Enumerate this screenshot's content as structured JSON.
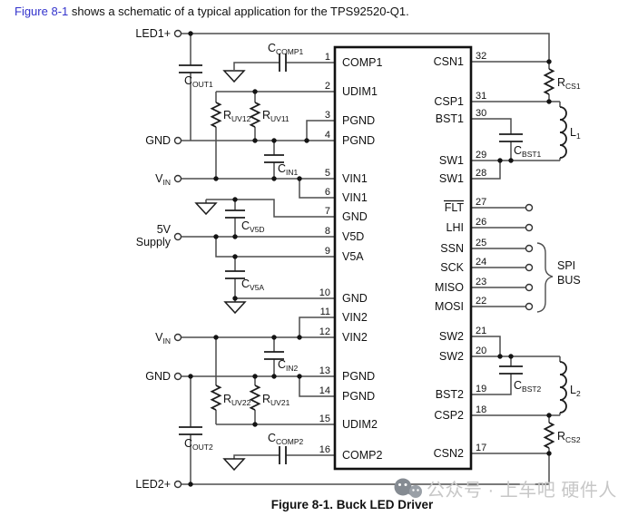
{
  "intro": {
    "link": "Figure 8-1",
    "rest": " shows a schematic of a typical application for the TPS92520-Q1."
  },
  "caption": "Figure 8-1. Buck LED Driver",
  "watermark": {
    "text": "公众号 · 上车吧 硬件人"
  },
  "colors": {
    "link_blue": "#3333cc",
    "wire": "#4d4d4d",
    "symbol": "#1c1c1c",
    "watermark_gray": "#c7c7c7"
  },
  "terminals": {
    "led1p": "LED1+",
    "gnd1": "GND",
    "vin1": {
      "main": "V",
      "sub": "IN"
    },
    "supply5v": {
      "line1": "5V",
      "line2": "Supply"
    },
    "vin2": {
      "main": "V",
      "sub": "IN"
    },
    "gnd2": "GND",
    "led2p": "LED2+"
  },
  "ic": {
    "left_pins": [
      {
        "num": "1",
        "name": "COMP1"
      },
      {
        "num": "2",
        "name": "UDIM1"
      },
      {
        "num": "3",
        "name": "PGND"
      },
      {
        "num": "4",
        "name": "PGND"
      },
      {
        "num": "5",
        "name": "VIN1"
      },
      {
        "num": "6",
        "name": "VIN1"
      },
      {
        "num": "7",
        "name": "GND"
      },
      {
        "num": "8",
        "name": "V5D"
      },
      {
        "num": "9",
        "name": "V5A"
      },
      {
        "num": "10",
        "name": "GND"
      },
      {
        "num": "11",
        "name": "VIN2"
      },
      {
        "num": "12",
        "name": "VIN2"
      },
      {
        "num": "13",
        "name": "PGND"
      },
      {
        "num": "14",
        "name": "PGND"
      },
      {
        "num": "15",
        "name": "UDIM2"
      },
      {
        "num": "16",
        "name": "COMP2"
      }
    ],
    "right_pins": [
      {
        "num": "32",
        "name": "CSN1"
      },
      {
        "num": "31",
        "name": "CSP1"
      },
      {
        "num": "30",
        "name": "BST1"
      },
      {
        "num": "29",
        "name": "SW1"
      },
      {
        "num": "28",
        "name": "SW1"
      },
      {
        "num": "27",
        "name": "FLT"
      },
      {
        "num": "26",
        "name": "LHI"
      },
      {
        "num": "25",
        "name": "SSN"
      },
      {
        "num": "24",
        "name": "SCK"
      },
      {
        "num": "23",
        "name": "MISO"
      },
      {
        "num": "22",
        "name": "MOSI"
      },
      {
        "num": "21",
        "name": "SW2"
      },
      {
        "num": "20",
        "name": "SW2"
      },
      {
        "num": "19",
        "name": "BST2"
      },
      {
        "num": "18",
        "name": "CSP2"
      },
      {
        "num": "17",
        "name": "CSN2"
      }
    ]
  },
  "components": {
    "ccomp1": {
      "main": "C",
      "sub": "COMP1"
    },
    "cout1": {
      "main": "C",
      "sub": "OUT1"
    },
    "ruv12": {
      "main": "R",
      "sub": "UV12"
    },
    "ruv11": {
      "main": "R",
      "sub": "UV11"
    },
    "cin1": {
      "main": "C",
      "sub": "IN1"
    },
    "cv5d": {
      "main": "C",
      "sub": "V5D"
    },
    "cv5a": {
      "main": "C",
      "sub": "V5A"
    },
    "cin2": {
      "main": "C",
      "sub": "IN2"
    },
    "ruv22": {
      "main": "R",
      "sub": "UV22"
    },
    "ruv21": {
      "main": "R",
      "sub": "UV21"
    },
    "cout2": {
      "main": "C",
      "sub": "OUT2"
    },
    "ccomp2": {
      "main": "C",
      "sub": "COMP2"
    },
    "rcs1": {
      "main": "R",
      "sub": "CS1"
    },
    "l1": {
      "main": "L",
      "sub": "1"
    },
    "cbst1": {
      "main": "C",
      "sub": "BST1"
    },
    "rcs2": {
      "main": "R",
      "sub": "CS2"
    },
    "l2": {
      "main": "L",
      "sub": "2"
    },
    "cbst2": {
      "main": "C",
      "sub": "BST2"
    }
  },
  "spi": {
    "line1": "SPI",
    "line2": "BUS"
  }
}
